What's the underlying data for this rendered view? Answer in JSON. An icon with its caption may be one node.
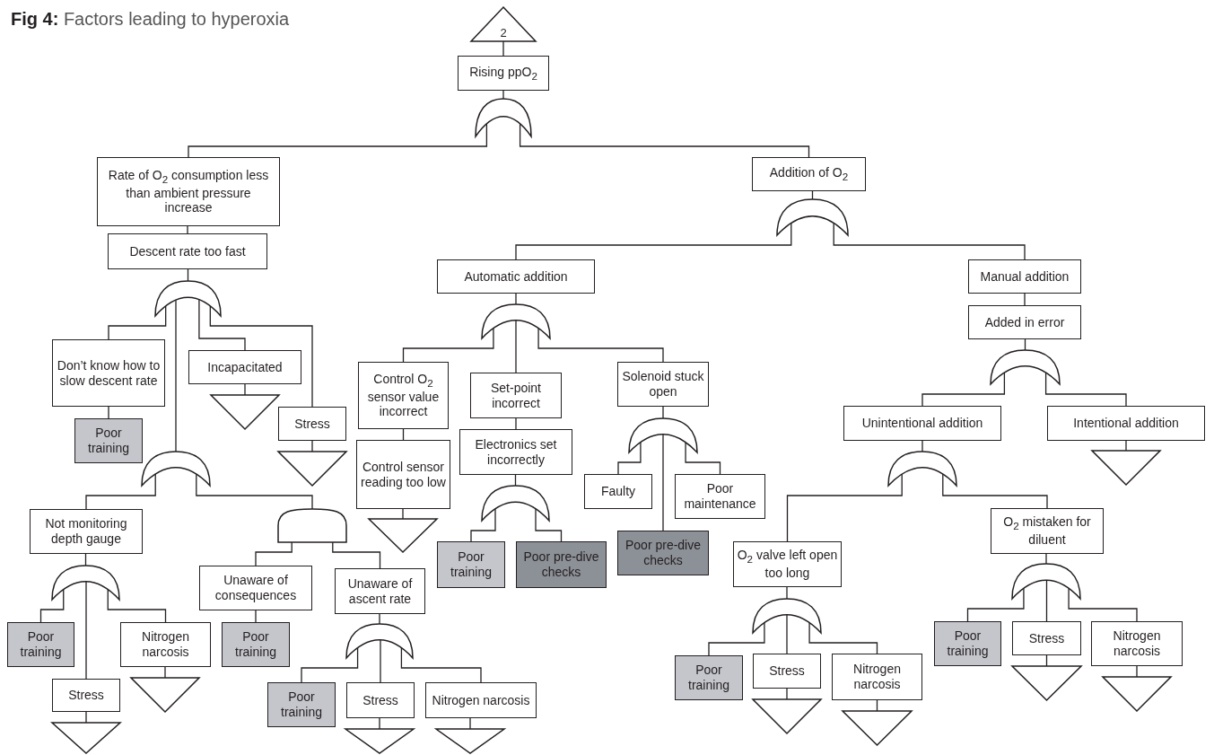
{
  "diagram": {
    "title": "**Fig 4:** Factors leading to hyperoxia",
    "nodes": [
      {
        "text": [
          "2"
        ]
      },
      {
        "text": [
          "Rising ppO$_{2}$"
        ]
      },
      {
        "text": [],
        "shape": "crescent"
      },
      {
        "text": [
          "Rate of O$_{2}$ consumption less than ambient pressure increase"
        ]
      },
      {
        "text": [
          "Addition of O$_{2}$"
        ]
      },
      {
        "text": [],
        "shape": "crescent"
      },
      {
        "text": [
          "Descent rate too fast"
        ]
      },
      {
        "text": [
          "Automatic addition"
        ]
      },
      {
        "text": [
          "Manual addition"
        ]
      },
      {
        "text": [],
        "shape": "crescent"
      },
      {
        "text": [],
        "shape": "crescent"
      },
      {
        "text": [
          "Added in error"
        ]
      },
      {
        "text": [
          "Don’t know how to slow descent rate"
        ]
      },
      {
        "text": [
          "Incapacitated"
        ]
      },
      {
        "text": [],
        "shape": "crescent"
      },
      {
        "text": [
          "Control O$_{2}$ sensor value incorrect"
        ]
      },
      {
        "text": [
          "Set-point incorrect"
        ]
      },
      {
        "text": [
          "Solenoid stuck open"
        ]
      },
      {
        "text": [],
        "shape": "triangle"
      },
      {
        "text": [
          "Stress"
        ]
      },
      {
        "text": [
          "Unintentional addition"
        ]
      },
      {
        "text": [
          "Intentional addition"
        ]
      },
      {
        "text": [
          "Poor training"
        ]
      },
      {
        "text": [],
        "shape": "crescent"
      },
      {
        "text": [
          "Electronics set incorrectly"
        ]
      },
      {
        "text": [
          "Control sensor reading too low"
        ]
      },
      {
        "text": [],
        "shape": "triangle"
      },
      {
        "text": [],
        "shape": "crescent"
      },
      {
        "text": [],
        "shape": "crescent"
      },
      {
        "text": [],
        "shape": "triangle"
      },
      {
        "text": [
          "Faulty"
        ]
      },
      {
        "text": [
          "Poor maintenance"
        ]
      },
      {
        "text": [],
        "shape": "crescent"
      },
      {
        "text": [
          "Not monitoring depth gauge"
        ]
      },
      {
        "text": [],
        "shape": "dome"
      },
      {
        "text": [
          "O$_{2}$ mistaken for diluent"
        ]
      },
      {
        "text": [],
        "shape": "triangle"
      },
      {
        "text": [
          "Poor pre-dive checks"
        ]
      },
      {
        "text": [
          "Poor training"
        ]
      },
      {
        "text": [
          "Poor pre-dive checks"
        ]
      },
      {
        "text": [
          "O$_{2}$ valve left open too long"
        ]
      },
      {
        "text": [],
        "shape": "crescent"
      },
      {
        "text": [],
        "shape": "crescent"
      },
      {
        "text": [
          "Unaware of consequences"
        ]
      },
      {
        "text": [
          "Unaware of ascent rate"
        ]
      },
      {
        "text": [],
        "shape": "crescent"
      },
      {
        "text": [
          "Poor training"
        ]
      },
      {
        "text": [
          "Nitrogen narcosis"
        ]
      },
      {
        "text": [
          "Poor training"
        ]
      },
      {
        "text": [],
        "shape": "crescent"
      },
      {
        "text": [
          "Poor training"
        ]
      },
      {
        "text": [
          "Stress"
        ]
      },
      {
        "text": [
          "Nitrogen narcosis"
        ]
      },
      {
        "text": [
          "Poor training"
        ]
      },
      {
        "text": [
          "Stress"
        ]
      },
      {
        "text": [
          "Nitrogen narcosis"
        ]
      },
      {
        "text": [],
        "shape": "triangle"
      },
      {
        "text": [],
        "shape": "triangle"
      },
      {
        "text": [
          "Stress"
        ]
      },
      {
        "text": [],
        "shape": "triangle"
      },
      {
        "text": [
          "Poor training"
        ]
      },
      {
        "text": [
          "Stress"
        ]
      },
      {
        "text": [
          "Nitrogen narcosis"
        ]
      },
      {
        "text": [],
        "shape": "triangle"
      },
      {
        "text": [],
        "shape": "triangle"
      },
      {
        "text": [],
        "shape": "triangle"
      },
      {
        "text": [],
        "shape": "triangle"
      },
      {
        "text": [],
        "shape": "triangle"
      }
    ],
    "edges": [
      {
        "from": 0,
        "to": 1,
        "arrow": "none"
      },
      {
        "from": 1,
        "to": 2,
        "arrow": "none"
      },
      {
        "from": 2,
        "to": 3,
        "arrow": "none"
      },
      {
        "from": 2,
        "to": 4,
        "arrow": "none"
      },
      {
        "from": 3,
        "to": 6,
        "arrow": "none"
      },
      {
        "from": 4,
        "to": 5,
        "arrow": "none"
      },
      {
        "from": 5,
        "to": 7,
        "arrow": "none"
      },
      {
        "from": 5,
        "to": 8,
        "arrow": "none"
      },
      {
        "from": 6,
        "to": 9,
        "arrow": "none"
      },
      {
        "from": 7,
        "to": 10,
        "arrow": "none"
      },
      {
        "from": 8,
        "to": 11,
        "arrow": "none"
      },
      {
        "from": 9,
        "to": 12,
        "arrow": "none"
      },
      {
        "from": 9,
        "to": 27,
        "arrow": "none"
      },
      {
        "from": 9,
        "to": 13,
        "arrow": "none"
      },
      {
        "from": 9,
        "to": 19,
        "arrow": "none"
      },
      {
        "from": 10,
        "to": 15,
        "arrow": "none"
      },
      {
        "from": 10,
        "to": 16,
        "arrow": "none"
      },
      {
        "from": 10,
        "to": 17,
        "arrow": "none"
      },
      {
        "from": 11,
        "to": 14,
        "arrow": "none"
      },
      {
        "from": 12,
        "to": 22,
        "arrow": "none"
      },
      {
        "from": 13,
        "to": 18,
        "arrow": "none"
      },
      {
        "from": 14,
        "to": 20,
        "arrow": "none"
      },
      {
        "from": 14,
        "to": 21,
        "arrow": "none"
      },
      {
        "from": 15,
        "to": 25,
        "arrow": "none"
      },
      {
        "from": 16,
        "to": 24,
        "arrow": "none"
      },
      {
        "from": 17,
        "to": 23,
        "arrow": "none"
      },
      {
        "from": 19,
        "to": 26,
        "arrow": "none"
      },
      {
        "from": 20,
        "to": 28,
        "arrow": "none"
      },
      {
        "from": 21,
        "to": 29,
        "arrow": "none"
      },
      {
        "from": 23,
        "to": 30,
        "arrow": "none"
      },
      {
        "from": 23,
        "to": 37,
        "arrow": "none"
      },
      {
        "from": 23,
        "to": 31,
        "arrow": "none"
      },
      {
        "from": 24,
        "to": 32,
        "arrow": "none"
      },
      {
        "from": 25,
        "to": 36,
        "arrow": "none"
      },
      {
        "from": 27,
        "to": 33,
        "arrow": "none"
      },
      {
        "from": 27,
        "to": 34,
        "arrow": "none"
      },
      {
        "from": 28,
        "to": 40,
        "arrow": "none"
      },
      {
        "from": 28,
        "to": 35,
        "arrow": "none"
      },
      {
        "from": 32,
        "to": 38,
        "arrow": "none"
      },
      {
        "from": 32,
        "to": 39,
        "arrow": "none"
      },
      {
        "from": 33,
        "to": 42,
        "arrow": "none"
      },
      {
        "from": 34,
        "to": 43,
        "arrow": "none"
      },
      {
        "from": 34,
        "to": 44,
        "arrow": "none"
      },
      {
        "from": 35,
        "to": 41,
        "arrow": "none"
      },
      {
        "from": 40,
        "to": 45,
        "arrow": "none"
      },
      {
        "from": 41,
        "to": 50,
        "arrow": "none"
      },
      {
        "from": 41,
        "to": 51,
        "arrow": "none"
      },
      {
        "from": 41,
        "to": 52,
        "arrow": "none"
      },
      {
        "from": 42,
        "to": 46,
        "arrow": "none"
      },
      {
        "from": 42,
        "to": 58,
        "arrow": "none"
      },
      {
        "from": 42,
        "to": 47,
        "arrow": "none"
      },
      {
        "from": 43,
        "to": 48,
        "arrow": "none"
      },
      {
        "from": 44,
        "to": 49,
        "arrow": "none"
      },
      {
        "from": 45,
        "to": 53,
        "arrow": "none"
      },
      {
        "from": 45,
        "to": 54,
        "arrow": "none"
      },
      {
        "from": 45,
        "to": 55,
        "arrow": "none"
      },
      {
        "from": 47,
        "to": 57,
        "arrow": "none"
      },
      {
        "from": 49,
        "to": 60,
        "arrow": "none"
      },
      {
        "from": 49,
        "to": 61,
        "arrow": "none"
      },
      {
        "from": 49,
        "to": 62,
        "arrow": "none"
      },
      {
        "from": 51,
        "to": 56,
        "arrow": "none"
      },
      {
        "from": 52,
        "to": 59,
        "arrow": "none"
      },
      {
        "from": 54,
        "to": 63,
        "arrow": "none"
      },
      {
        "from": 55,
        "to": 64,
        "arrow": "none"
      },
      {
        "from": 58,
        "to": 65,
        "arrow": "none"
      },
      {
        "from": 61,
        "to": 66,
        "arrow": "none"
      },
      {
        "from": 62,
        "to": 67,
        "arrow": "none"
      }
    ]
  }
}
